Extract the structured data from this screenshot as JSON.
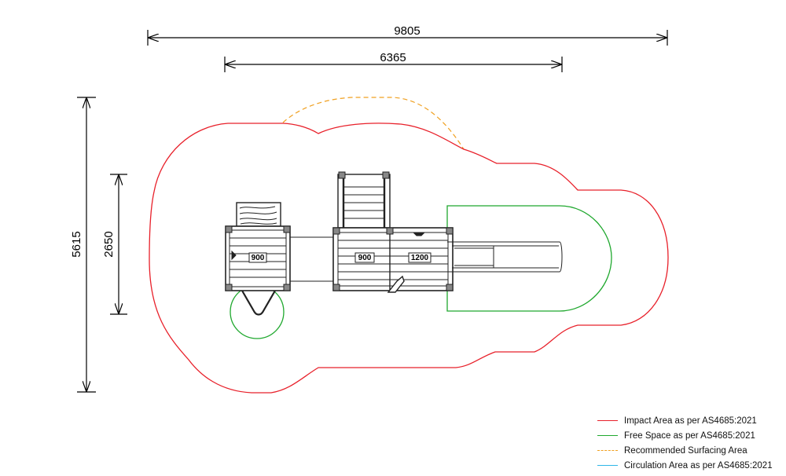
{
  "dimensions": {
    "overall_width": "9805",
    "equipment_width": "6365",
    "overall_depth": "5615",
    "equipment_depth": "2650"
  },
  "platform_labels": {
    "left_platform": "900",
    "center_platform": "900",
    "right_platform": "1200"
  },
  "legend": {
    "items": [
      {
        "label": "Impact Area as per AS4685:2021",
        "color": "#e8202a",
        "style": "solid"
      },
      {
        "label": "Free Space as per AS4685:2021",
        "color": "#1fa82e",
        "style": "solid"
      },
      {
        "label": "Recommended Surfacing Area",
        "color": "#f0a020",
        "style": "dashed"
      },
      {
        "label": "Circulation Area as per AS4685:2021",
        "color": "#2eb6e8",
        "style": "solid"
      }
    ]
  },
  "colors": {
    "impact": "#e8202a",
    "free_space": "#1fa82e",
    "surfacing": "#f0a020",
    "circulation": "#2eb6e8",
    "linework": "#222222"
  }
}
